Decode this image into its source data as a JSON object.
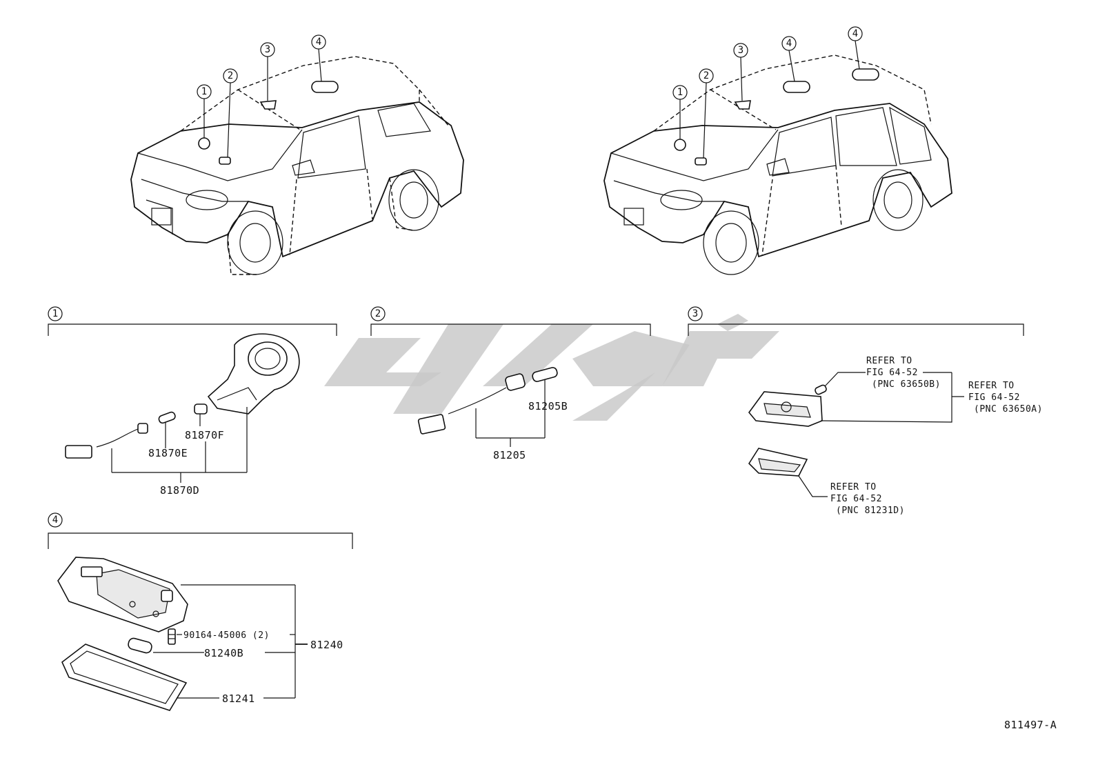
{
  "callouts": [
    "1",
    "2",
    "3",
    "4"
  ],
  "parts": {
    "p81870D": "81870D",
    "p81870E": "81870E",
    "p81870F": "81870F",
    "p81205": "81205",
    "p81205B": "81205B",
    "p81240": "81240",
    "p81240B": "81240B",
    "p81241": "81241",
    "screw": "90164-45006 (2)"
  },
  "refs": {
    "r1": {
      "line1": "REFER TO",
      "line2": "FIG 64-52",
      "line3": "(PNC 63650B)"
    },
    "r2": {
      "line1": "REFER TO",
      "line2": "FIG 64-52",
      "line3": "(PNC 63650A)"
    },
    "r3": {
      "line1": "REFER TO",
      "line2": "FIG 64-52",
      "line3": "(PNC 81231D)"
    }
  },
  "figure_id": "811497-A"
}
